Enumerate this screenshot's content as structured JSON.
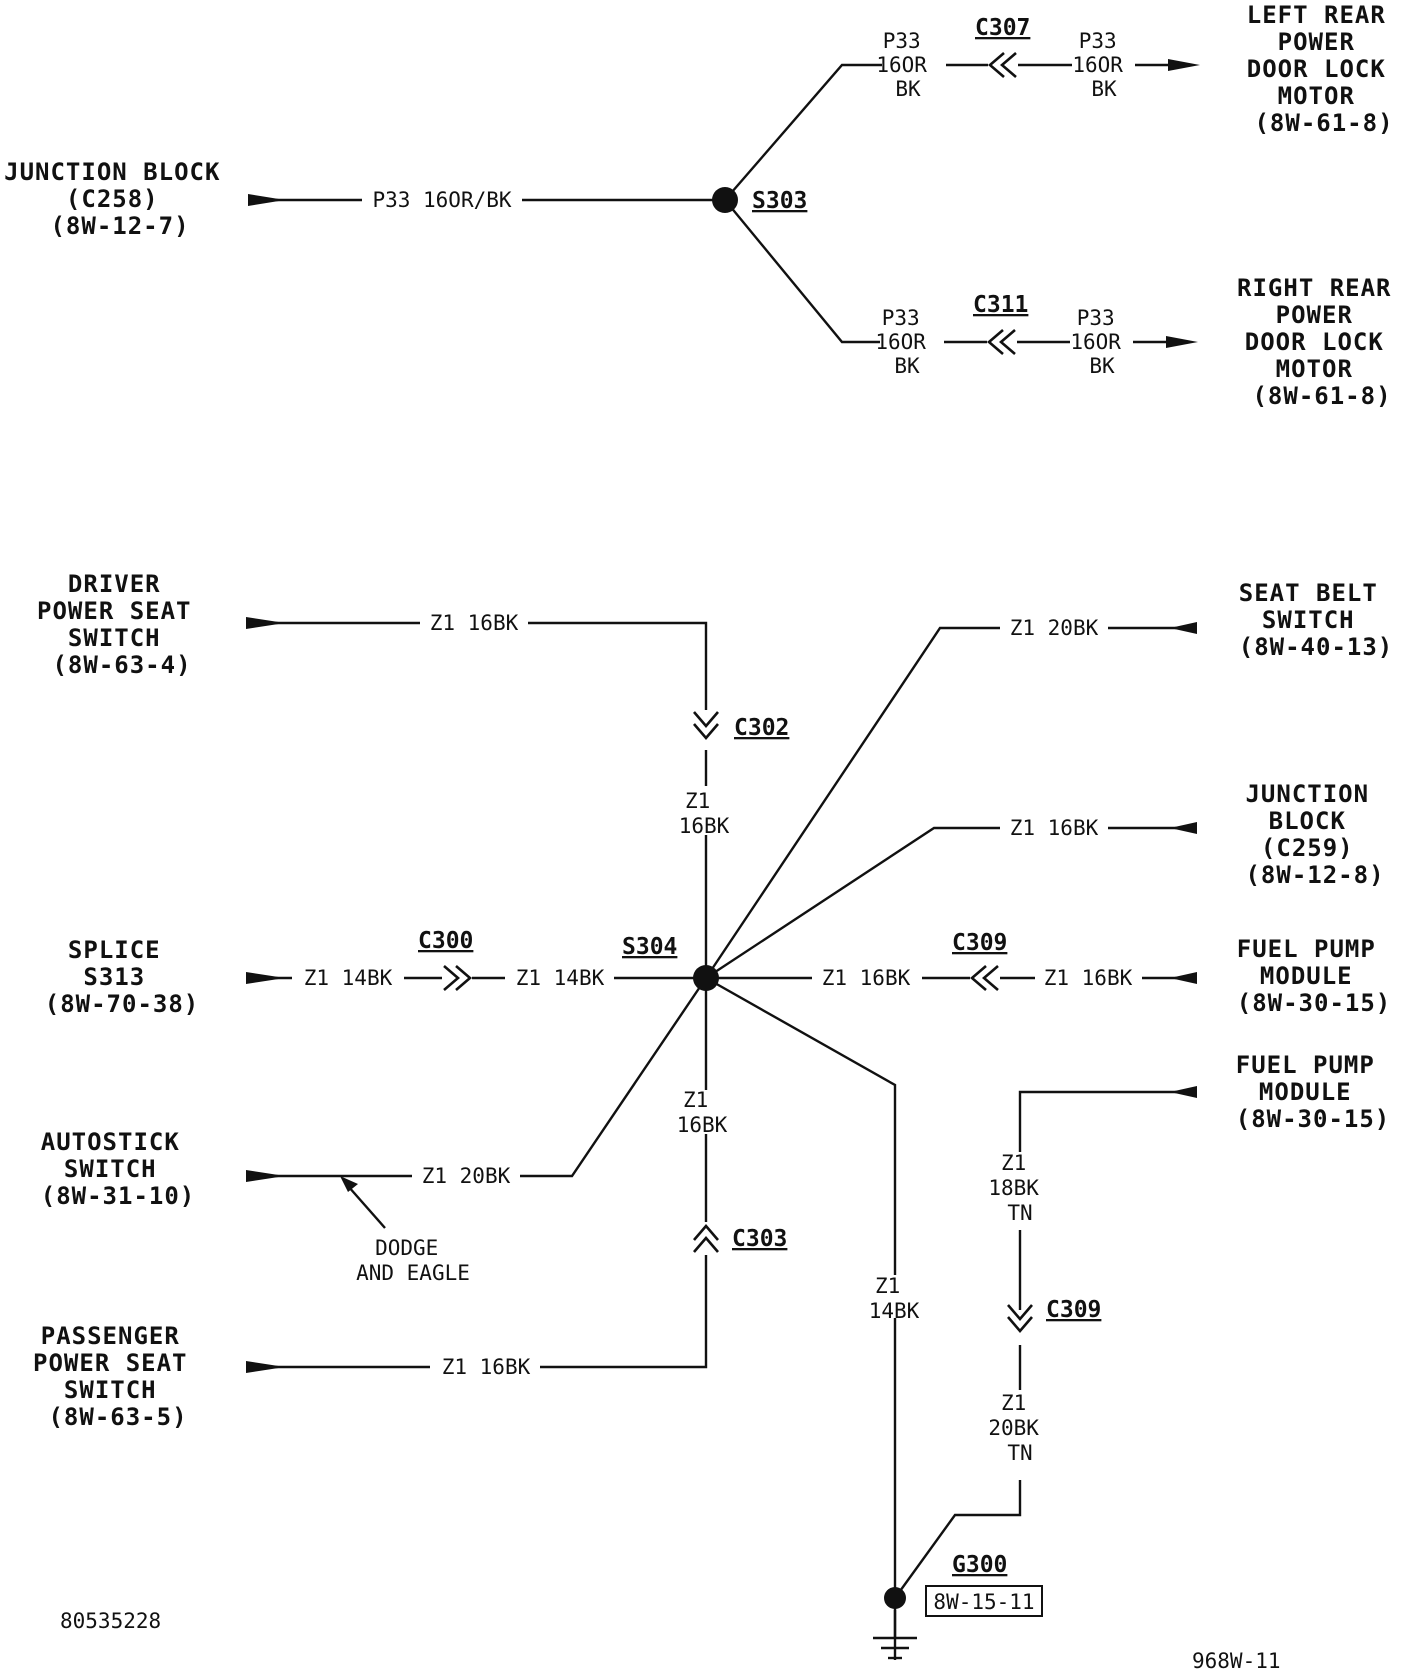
{
  "components": {
    "jb_c258": [
      "JUNCTION BLOCK",
      "(C258)",
      "(8W-12-7)"
    ],
    "left_rear_motor": [
      "LEFT REAR",
      "POWER",
      "DOOR LOCK",
      "MOTOR",
      "(8W-61-8)"
    ],
    "right_rear_motor": [
      "RIGHT REAR",
      "POWER",
      "DOOR LOCK",
      "MOTOR",
      "(8W-61-8)"
    ],
    "driver_seat_switch": [
      "DRIVER",
      "POWER SEAT",
      "SWITCH",
      "(8W-63-4)"
    ],
    "splice_s313": [
      "SPLICE",
      "S313",
      "(8W-70-38)"
    ],
    "autostick_switch": [
      "AUTOSTICK",
      "SWITCH",
      "(8W-31-10)"
    ],
    "passenger_seat_switch": [
      "PASSENGER",
      "POWER SEAT",
      "SWITCH",
      "(8W-63-5)"
    ],
    "seat_belt_switch": [
      "SEAT BELT",
      "SWITCH",
      "(8W-40-13)"
    ],
    "jb_c259": [
      "JUNCTION",
      "BLOCK",
      "(C259)",
      "(8W-12-8)"
    ],
    "fuel_pump_1": [
      "FUEL PUMP",
      "MODULE",
      "(8W-30-15)"
    ],
    "fuel_pump_2": [
      "FUEL PUMP",
      "MODULE",
      "(8W-30-15)"
    ]
  },
  "splices": {
    "s303": "S303",
    "s304": "S304"
  },
  "connectors": {
    "c307": "C307",
    "c311": "C311",
    "c302": "C302",
    "c300": "C300",
    "c309_h": "C309",
    "c303": "C303",
    "c309_v": "C309"
  },
  "ground": {
    "label": "G300",
    "ref": "8W-15-11"
  },
  "wires": {
    "p33_main": "P33 16OR/BK",
    "p33_a": [
      "P33",
      "16OR",
      "BK"
    ],
    "p33_b": [
      "P33",
      "16OR",
      "BK"
    ],
    "p33_c": [
      "P33",
      "16OR",
      "BK"
    ],
    "p33_d": [
      "P33",
      "16OR",
      "BK"
    ],
    "z1_driver": "Z1 16BK",
    "z1_c302_down": [
      "Z1",
      "16BK"
    ],
    "z1_s313": "Z1 14BK",
    "z1_c300_right": "Z1 14BK",
    "z1_autostick": "Z1 20BK",
    "z1_c303_up": [
      "Z1",
      "16BK"
    ],
    "z1_passenger": "Z1 16BK",
    "z1_seatbelt": "Z1 20BK",
    "z1_jb_c259": "Z1 16BK",
    "z1_c309_left": "Z1 16BK",
    "z1_c309_right": "Z1 16BK",
    "z1_g300": [
      "Z1",
      "14BK"
    ],
    "z1_fp2_upper": [
      "Z1",
      "18BK",
      "TN"
    ],
    "z1_fp2_lower": [
      "Z1",
      "20BK",
      "TN"
    ]
  },
  "notes": {
    "dodge_eagle": [
      "DODGE",
      "AND EAGLE"
    ]
  },
  "figure_ids": {
    "left": "80535228",
    "right": "968W-11"
  }
}
